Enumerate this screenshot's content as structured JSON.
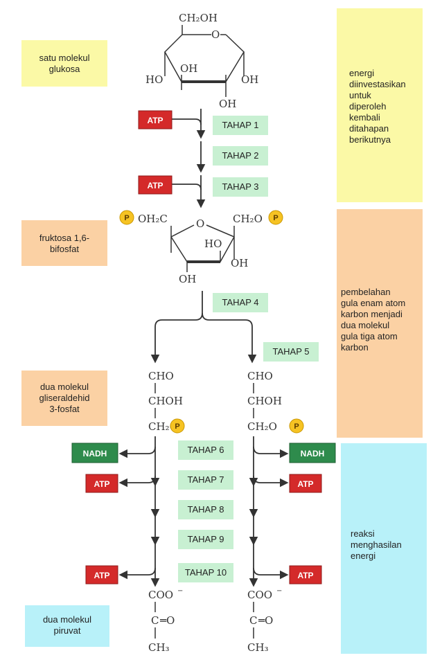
{
  "left_labels": {
    "glucose": [
      "satu molekul",
      "glukosa"
    ],
    "fructose": [
      "fruktosa 1,6-",
      "bifosfat"
    ],
    "g3p": [
      "dua molekul",
      "gliseraldehid",
      "3-fosfat"
    ],
    "pyruvate": [
      "dua molekul",
      "piruvat"
    ]
  },
  "right_labels": {
    "investment": [
      "energi",
      "diinvestasikan",
      "untuk",
      "diperoleh",
      "kembali",
      "ditahapan",
      "berikutnya"
    ],
    "cleavage": [
      "pembelahan",
      "gula enam atom",
      "karbon menjadi",
      "dua molekul",
      "gula tiga atom",
      "karbon"
    ],
    "payoff": [
      "reaksi",
      "menghasilan",
      "energi"
    ]
  },
  "steps": {
    "s1": "TAHAP 1",
    "s2": "TAHAP 2",
    "s3": "TAHAP 3",
    "s4": "TAHAP 4",
    "s5": "TAHAP 5",
    "s6": "TAHAP 6",
    "s7": "TAHAP 7",
    "s8": "TAHAP 8",
    "s9": "TAHAP 9",
    "s10": "TAHAP 10"
  },
  "badges": {
    "atp": "ATP",
    "nadh": "NADH",
    "phosphate": "P"
  },
  "glucose": {
    "ch2oh": "CH₂OH",
    "o": "O",
    "oh": "OH",
    "ho": "HO"
  },
  "fructose": {
    "left_group": "OH₂C",
    "right_group": "CH₂O",
    "o": "O",
    "ho": "HO",
    "oh": "OH"
  },
  "g3p": {
    "cho": "CHO",
    "choh": "CHOH",
    "ch2o": "CH₂O"
  },
  "pyruvate": {
    "coo": "COO",
    "charge": "−",
    "c": "C",
    "eq_o": "═O",
    "ch3": "CH₃"
  },
  "colors": {
    "yellow": "#fbf9a6",
    "orange": "#fbd1a4",
    "cyan": "#b8f1f9",
    "green": "#c8f0d2",
    "atp_red": "#d42a2a",
    "nadh_green": "#2e8b4c",
    "phosphate_yellow": "#f6c323"
  }
}
